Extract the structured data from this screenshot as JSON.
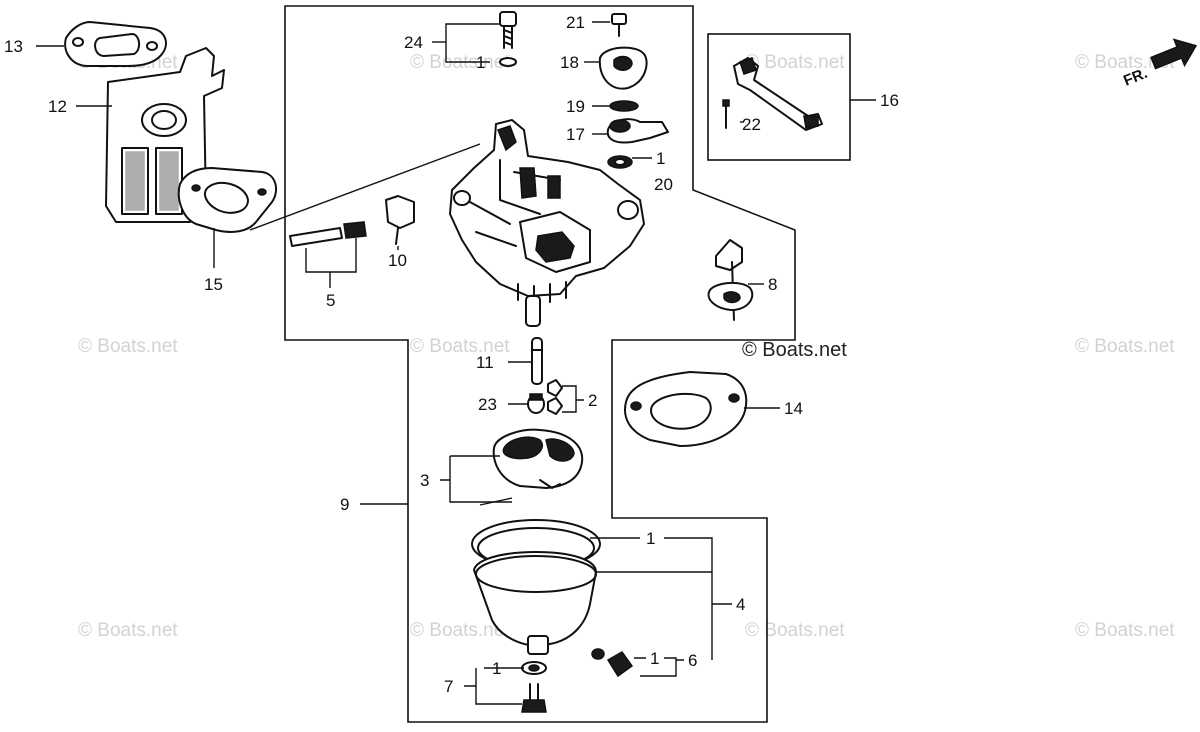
{
  "diagram": {
    "watermark": "© Boats.net",
    "direction_label": "FR.",
    "callouts": [
      "1",
      "2",
      "3",
      "4",
      "5",
      "6",
      "7",
      "8",
      "9",
      "10",
      "11",
      "12",
      "13",
      "14",
      "15",
      "16",
      "17",
      "18",
      "19",
      "20",
      "21",
      "22",
      "23",
      "24"
    ],
    "colors": {
      "ink": "#111111",
      "background": "#ffffff",
      "watermark": "#d2d2d2"
    }
  }
}
